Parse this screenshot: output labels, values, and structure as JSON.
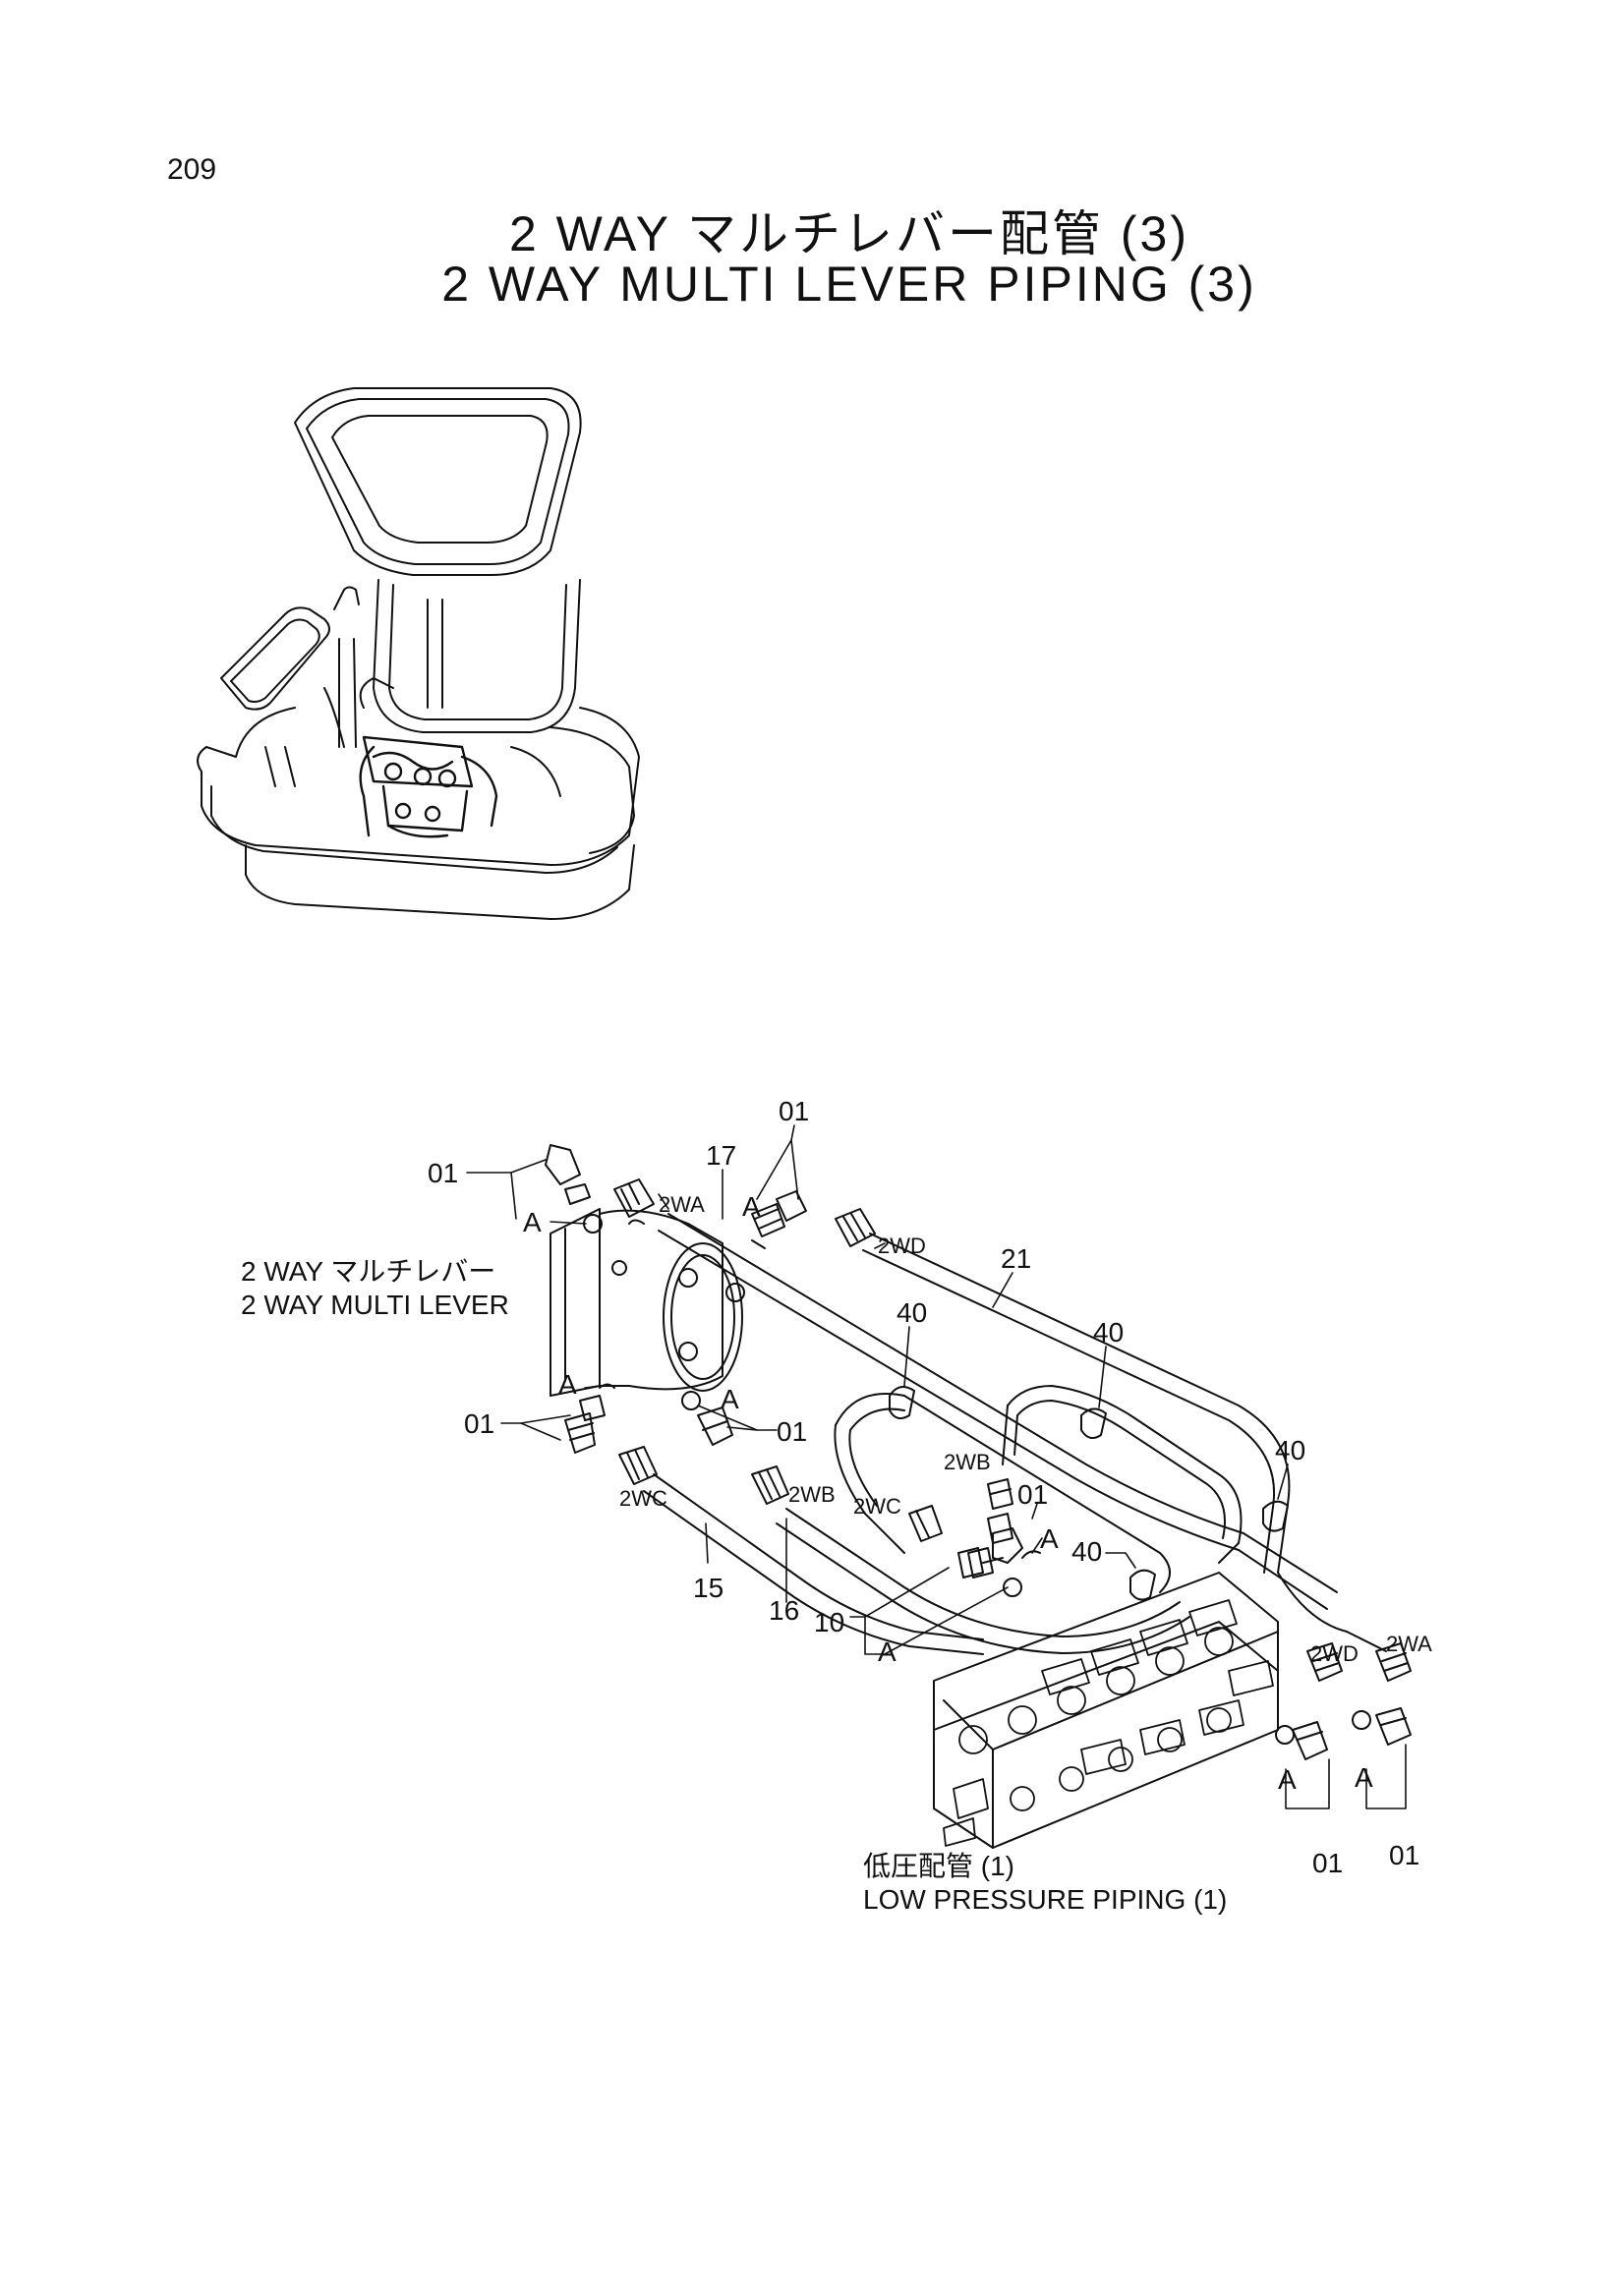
{
  "page_number": "209",
  "title_jp": "2 WAY マルチレバー配管 (3)",
  "title_en": "2 WAY MULTI LEVER PIPING (3)",
  "multi_lever_label_jp": "2 WAY マルチレバー",
  "multi_lever_label_en": "2 WAY MULTI LEVER",
  "low_pressure_label_jp": "低圧配管 (1)",
  "low_pressure_label_en": "LOW PRESSURE PIPING (1)",
  "part_numbers": {
    "p01": "01",
    "p10": "10",
    "p15": "15",
    "p16": "16",
    "p17": "17",
    "p21": "21",
    "p40": "40"
  },
  "port_labels": {
    "wa": "2WA",
    "wb": "2WB",
    "wc": "2WC",
    "wd": "2WD"
  },
  "detail_marker": "A"
}
